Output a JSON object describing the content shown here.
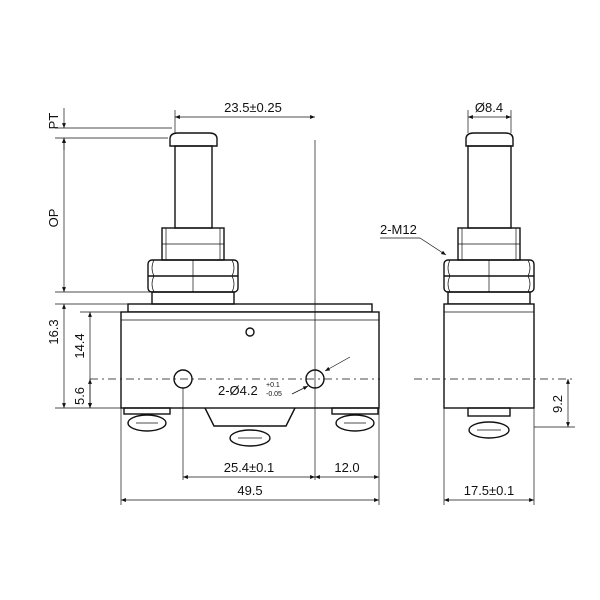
{
  "front_view": {
    "pt_label": "PT",
    "op_label": "OP",
    "dim_top_width": "23.5±0.25",
    "dim_16_3": "16.3",
    "dim_14_4": "14.4",
    "dim_5_6": "5.6",
    "hole_label_main": "2-Ø4.2",
    "hole_tol_upper": "+0.1",
    "hole_tol_lower": "-0.05",
    "dim_25_4": "25.4±0.1",
    "dim_12_0": "12.0",
    "dim_49_5": "49.5"
  },
  "side_view": {
    "dim_diameter": "Ø8.4",
    "thread_label": "2-M12",
    "dim_9_2": "9.2",
    "dim_17_5": "17.5±0.1"
  }
}
